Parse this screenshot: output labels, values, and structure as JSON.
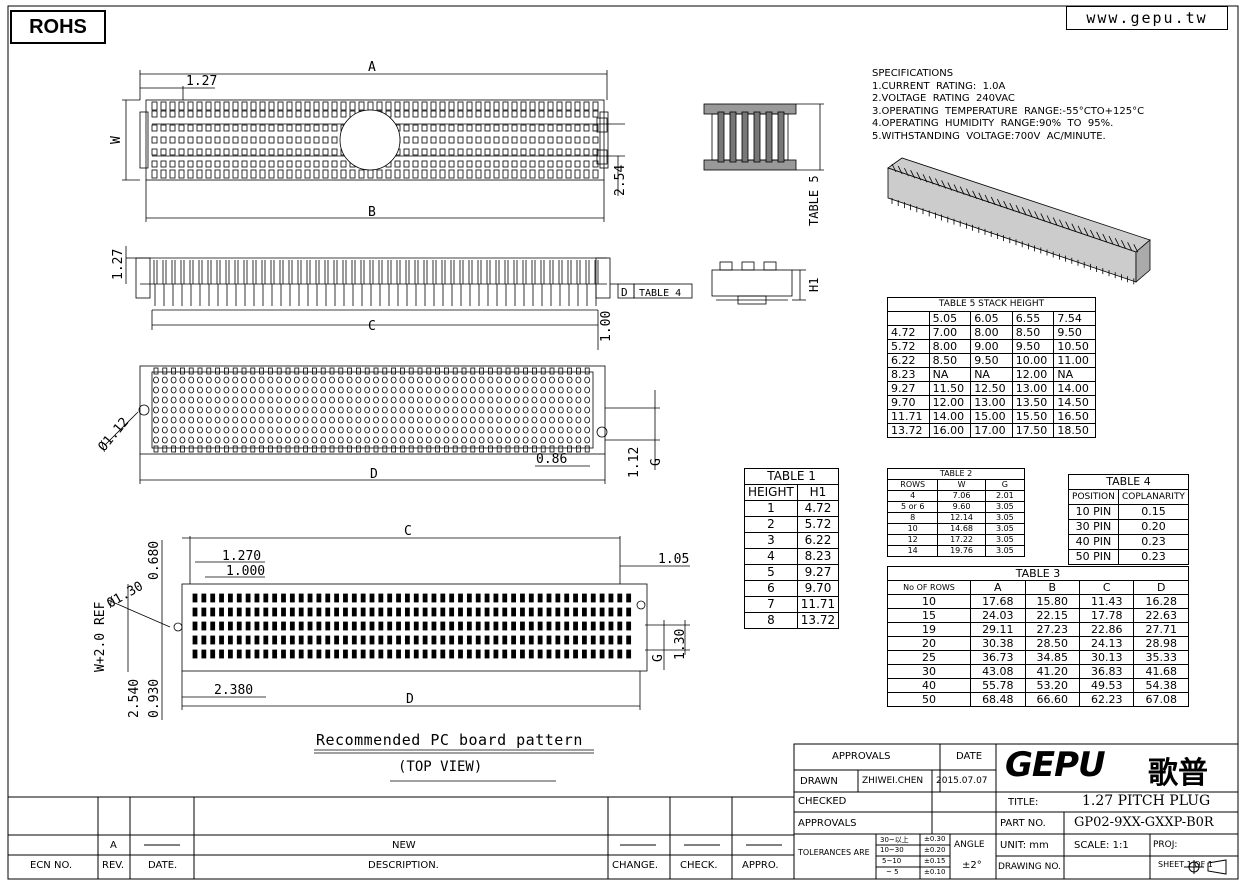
{
  "header": {
    "rohs": "ROHS",
    "website": "www.gepu.tw"
  },
  "specifications": {
    "title": "SPECIFICATIONS",
    "items": [
      "1.CURRENT  RATING:  1.0A",
      "2.VOLTAGE  RATING  240VAC",
      "3.OPERATING  TEMPERATURE  RANGE:-55°CTO+125°C",
      "4.OPERATING  HUMIDITY  RANGE:90%  TO  95%.",
      "5.WITHSTANDING  VOLTAGE:700V  AC/MINUTE."
    ]
  },
  "dimensions": {
    "A": "A",
    "B": "B",
    "C": "C",
    "D": "D",
    "W": "W",
    "G": "G",
    "pitch": "1.27",
    "d254": "2.54",
    "h127": "1.27",
    "d100": "1.00",
    "d086": "0.86",
    "d112": "1.12",
    "dia112": "Ø1.12",
    "table4_ref": "TABLE 4",
    "d_flag": "D",
    "h1": "H1",
    "table5_ref": "TABLE 5",
    "p0680": "0.680",
    "p1270": "1.270",
    "p1000": "1.000",
    "p105": "1.05",
    "pdia130": "Ø1.30",
    "pref": "W+2.0  REF",
    "p130": "1.30",
    "p2540": "2.540",
    "p0930": "0.930",
    "p2380": "2.380"
  },
  "captions": {
    "pattern": "Recommended  PC  board  pattern",
    "view": "(TOP  VIEW)"
  },
  "table5": {
    "title": "TABLE 5   STACK HEIGHT",
    "cols": [
      "5.05",
      "6.05",
      "6.55",
      "7.54"
    ],
    "rows": [
      [
        "4.72",
        "7.00",
        "8.00",
        "8.50",
        "9.50"
      ],
      [
        "5.72",
        "8.00",
        "9.00",
        "9.50",
        "10.50"
      ],
      [
        "6.22",
        "8.50",
        "9.50",
        "10.00",
        "11.00"
      ],
      [
        "8.23",
        "NA",
        "NA",
        "12.00",
        "NA"
      ],
      [
        "9.27",
        "11.50",
        "12.50",
        "13.00",
        "14.00"
      ],
      [
        "9.70",
        "12.00",
        "13.00",
        "13.50",
        "14.50"
      ],
      [
        "11.71",
        "14.00",
        "15.00",
        "15.50",
        "16.50"
      ],
      [
        "13.72",
        "16.00",
        "17.00",
        "17.50",
        "18.50"
      ]
    ]
  },
  "table1": {
    "title": "TABLE 1",
    "col1": "HEIGHT",
    "col2": "H1",
    "rows": [
      [
        "1",
        "4.72"
      ],
      [
        "2",
        "5.72"
      ],
      [
        "3",
        "6.22"
      ],
      [
        "4",
        "8.23"
      ],
      [
        "5",
        "9.27"
      ],
      [
        "6",
        "9.70"
      ],
      [
        "7",
        "11.71"
      ],
      [
        "8",
        "13.72"
      ]
    ]
  },
  "table2": {
    "title": "TABLE 2",
    "cols": [
      "ROWS",
      "W",
      "G"
    ],
    "rows": [
      [
        "4",
        "7.06",
        "2.01"
      ],
      [
        "5 or 6",
        "9.60",
        "3.05"
      ],
      [
        "8",
        "12.14",
        "3.05"
      ],
      [
        "10",
        "14.68",
        "3.05"
      ],
      [
        "12",
        "17.22",
        "3.05"
      ],
      [
        "14",
        "19.76",
        "3.05"
      ]
    ]
  },
  "table4": {
    "title": "TABLE 4",
    "cols": [
      "POSITION",
      "COPLANARITY"
    ],
    "rows": [
      [
        "10  PIN",
        "0.15"
      ],
      [
        "30  PIN",
        "0.20"
      ],
      [
        "40  PIN",
        "0.23"
      ],
      [
        "50  PIN",
        "0.23"
      ]
    ]
  },
  "table3": {
    "title": "TABLE 3",
    "cols": [
      "No OF ROWS",
      "A",
      "B",
      "C",
      "D"
    ],
    "rows": [
      [
        "10",
        "17.68",
        "15.80",
        "11.43",
        "16.28"
      ],
      [
        "15",
        "24.03",
        "22.15",
        "17.78",
        "22.63"
      ],
      [
        "19",
        "29.11",
        "27.23",
        "22.86",
        "27.71"
      ],
      [
        "20",
        "30.38",
        "28.50",
        "24.13",
        "28.98"
      ],
      [
        "25",
        "36.73",
        "34.85",
        "30.13",
        "35.33"
      ],
      [
        "30",
        "43.08",
        "41.20",
        "36.83",
        "41.68"
      ],
      [
        "40",
        "55.78",
        "53.20",
        "49.53",
        "54.38"
      ],
      [
        "50",
        "68.48",
        "66.60",
        "62.23",
        "67.08"
      ]
    ]
  },
  "titleblock": {
    "approvals": "APPROVALS",
    "date": "DATE",
    "drawn": "DRAWN",
    "drawn_by": "ZHIWEI.CHEN",
    "drawn_date": "2015.07.07",
    "checked": "CHECKED",
    "approvals2": "APPROVALS",
    "tolerances": "TOLERANCES  ARE",
    "tol_rows": [
      [
        "30~以上",
        "±0.30"
      ],
      [
        "10~30",
        "±0.20"
      ],
      [
        "5~10",
        "±0.15"
      ],
      [
        "~ 5",
        "±0.10"
      ]
    ],
    "angle": "ANGLE",
    "angle_val": "±2°",
    "title_lbl": "TITLE:",
    "title_val": "1.27  PITCH  PLUG",
    "part_lbl": "PART  NO.",
    "part_val": "GP02-9XX-GXXP-B0R",
    "unit": "UNIT:  mm",
    "scale": "SCALE:    1:1",
    "proj": "PROJ:",
    "drawing_no": "DRAWING NO.",
    "sheet": "SHEET    1  OF  1",
    "brand": "GEPU",
    "brand_cn": "歌普"
  },
  "revision": {
    "rev": "A",
    "desc": "NEW",
    "ecn": "ECN  NO.",
    "rev_lbl": "REV.",
    "date_lbl": "DATE.",
    "desc_lbl": "DESCRIPTION.",
    "change": "CHANGE.",
    "check": "CHECK.",
    "appro": "APPRO."
  }
}
